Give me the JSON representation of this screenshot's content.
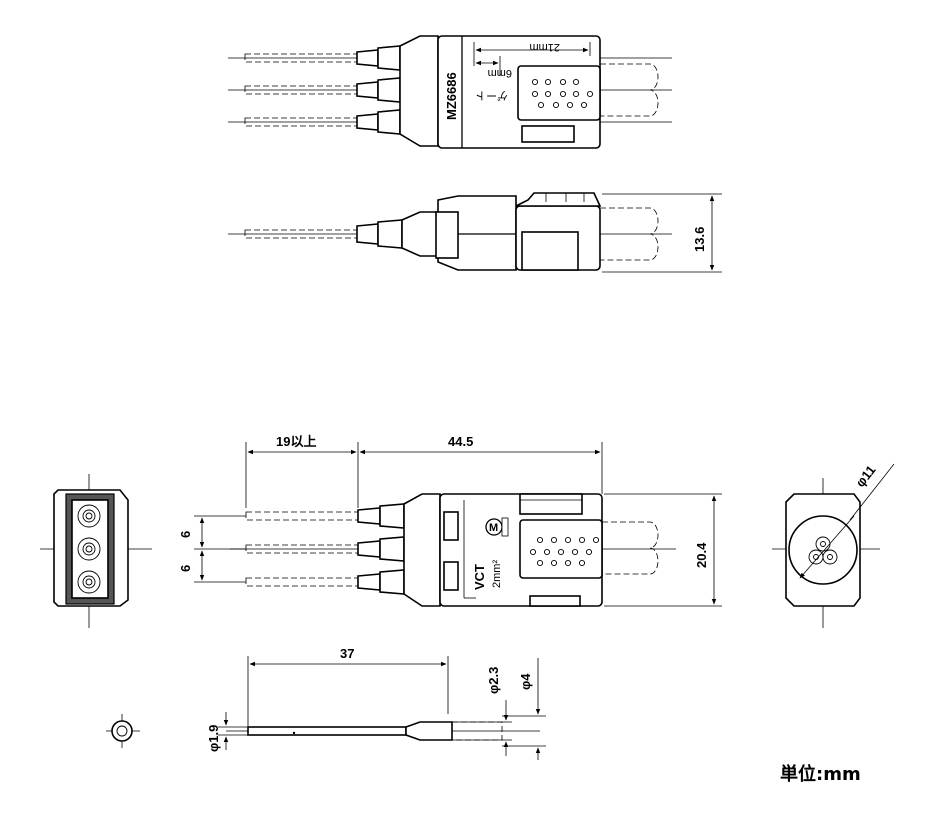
{
  "labels": {
    "model": "MZ6686",
    "dim_21mm": "21mm",
    "dim_6mm": "6mm",
    "dim_13_6": "13.6",
    "dim_19": "19以上",
    "dim_44_5": "44.5",
    "dim_20_4": "20.4",
    "dim_6a": "6",
    "dim_6b": "6",
    "dim_phi11": "φ11",
    "dim_37": "37",
    "dim_phi2_3": "φ2.3",
    "dim_phi4": "φ4",
    "dim_phi1_9": "φ1.9",
    "vct": "VCT",
    "vct_size": "2mm²",
    "unit": "単位:mm"
  }
}
